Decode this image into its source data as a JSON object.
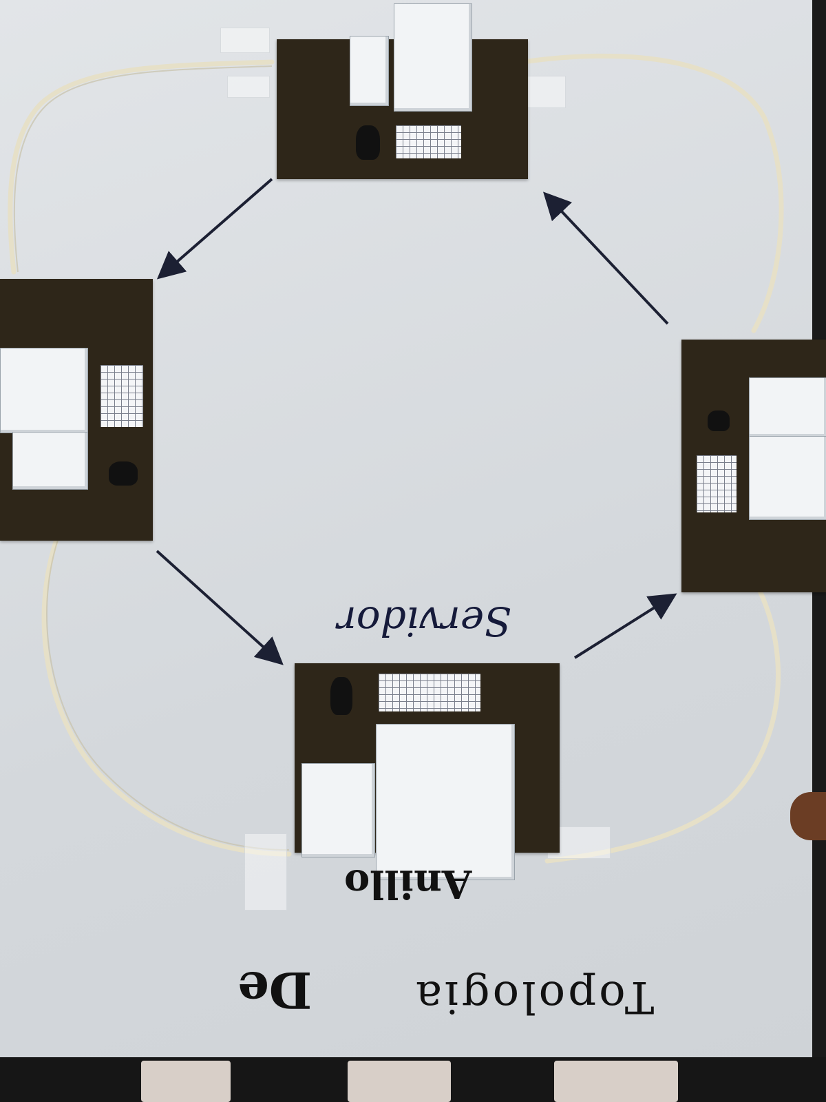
{
  "scene": {
    "description": "Handmade poster model of a ring network topology, photographed upside-down",
    "colors": {
      "board": "#dfe2e5",
      "station_base": "#2e2619",
      "cable": "#e6e0c8",
      "arrow_ink": "#1c2033",
      "text_ink": "#151a3a"
    }
  },
  "title": {
    "line1": "Topologia",
    "line2_prefix": "De",
    "line2": "Anillo",
    "orientation": "upside-down"
  },
  "server_label": "Servidor",
  "stations": [
    {
      "id": "top",
      "role": "workstation"
    },
    {
      "id": "left",
      "role": "workstation"
    },
    {
      "id": "right",
      "role": "workstation"
    },
    {
      "id": "bottom",
      "role": "server"
    }
  ],
  "arrows": [
    {
      "from": "top",
      "to": "left"
    },
    {
      "from": "left",
      "to": "bottom"
    },
    {
      "from": "bottom",
      "to": "right"
    },
    {
      "from": "right",
      "to": "top"
    }
  ]
}
